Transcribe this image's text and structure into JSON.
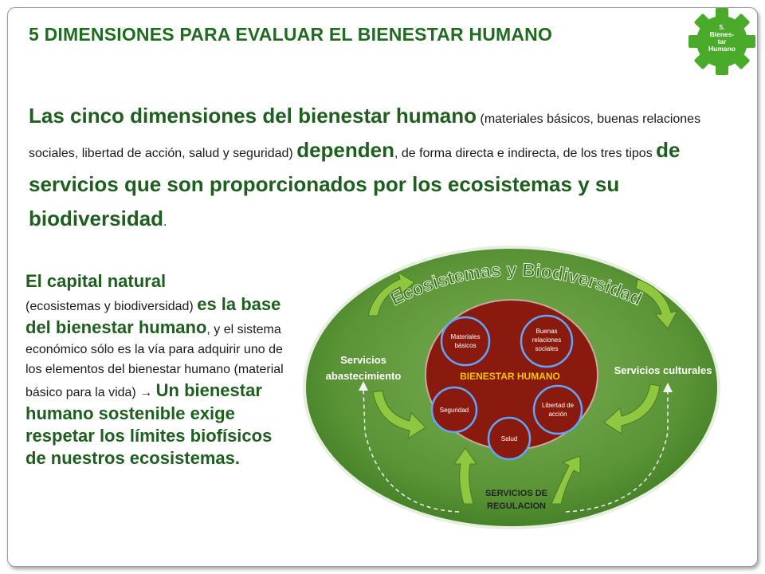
{
  "header": {
    "title": "5 DIMENSIONES PARA EVALUAR EL BIENESTAR HUMANO",
    "badge_lines": [
      "5.",
      "Bienes-",
      "tar",
      "Humano"
    ]
  },
  "intro": {
    "p1_big": "Las cinco dimensiones del bienestar humano",
    "p1_small": " (materiales básicos, buenas relaciones sociales, libertad de acción, salud y seguridad) ",
    "p1_big2": "dependen",
    "p1_small2": ", de forma directa e indirecta, de los tres tipos ",
    "p1_big3": "de servicios que son proporcionados por los ecosistemas y su biodiversidad",
    "p1_end": "."
  },
  "side": {
    "h1": "El capital natural",
    "s1": "(ecosistemas y biodiversidad) ",
    "b1": "es la base del bienestar humano",
    "s2": ", y el sistema económico sólo es la vía para adquirir uno de los elementos del bienestar humano (material básico para la vida) → ",
    "b2": "Un bienestar humano sostenible exige respetar los límites biofísicos de nuestros ecosistemas."
  },
  "diagram": {
    "arc_title": "Ecosistemas y Biodiversidad",
    "left_label_1": "Servicios",
    "left_label_2": "abastecimiento",
    "right_label": "Servicios culturales",
    "bottom_label_1": "SERVICIOS DE",
    "bottom_label_2": "REGULACION",
    "center_label": "BIENESTAR HUMANO",
    "circles": {
      "materiales_1": "Materiales",
      "materiales_2": "básicos",
      "buenas_1": "Buenas",
      "buenas_2": "relaciones",
      "buenas_3": "sociales",
      "seguridad": "Seguridad",
      "salud": "Salud",
      "libertad_1": "Libertad de",
      "libertad_2": "acción"
    },
    "colors": {
      "outer_green": "#4d8a2e",
      "inner_red": "#8b1a0e",
      "center_text": "#f5c400",
      "arrow_green": "#8fc741"
    }
  }
}
